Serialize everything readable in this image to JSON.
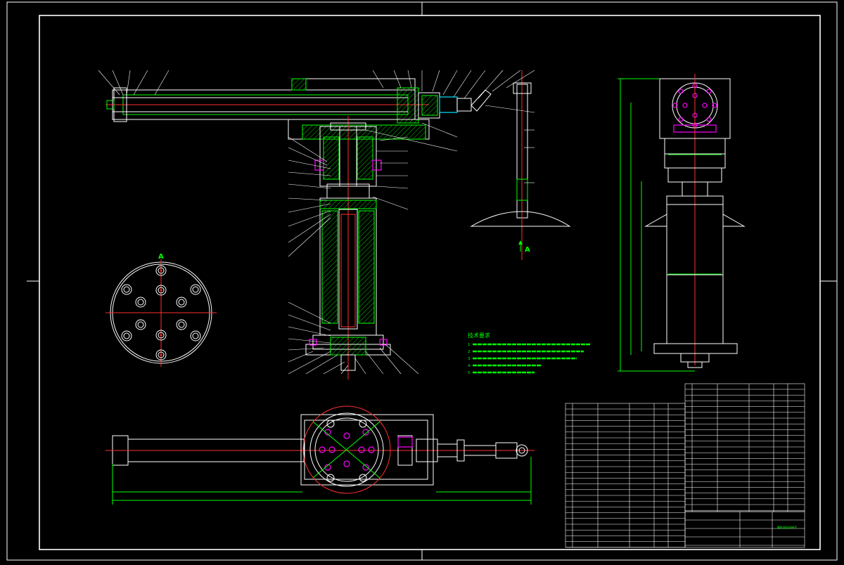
{
  "view_a_label": "A",
  "view_arrow_label": "A",
  "notes": {
    "title": "技术要求",
    "lines": [
      "1.",
      "2.",
      "3.",
      "4.",
      "5."
    ]
  },
  "title_block": {
    "drawing_name": "圆柱坐标机械手"
  },
  "colors": {
    "background": "#000000",
    "outline": "#ffffff",
    "section": "#00ff00",
    "centerline": "#ff3030",
    "bolt": "#ff00ff",
    "fitting": "#00e5ff"
  }
}
